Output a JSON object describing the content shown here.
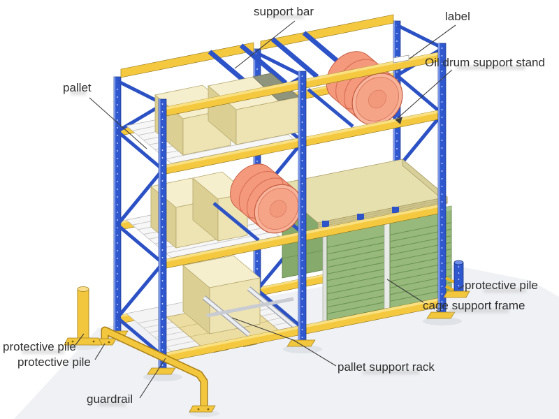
{
  "diagram": {
    "type": "labeled-illustration",
    "labels": [
      {
        "id": "support-bar",
        "text": "support bar"
      },
      {
        "id": "label",
        "text": "label"
      },
      {
        "id": "oil-drum-support-stand",
        "text": "Oil drum support stand"
      },
      {
        "id": "pallet",
        "text": "pallet"
      },
      {
        "id": "protective-pile-right",
        "text": "protective pile"
      },
      {
        "id": "cage-support-frame",
        "text": "cage support frame"
      },
      {
        "id": "protective-pile-left-1",
        "text": "protective pile"
      },
      {
        "id": "protective-pile-left-2",
        "text": "protective pile"
      },
      {
        "id": "pallet-support-rack",
        "text": "pallet support rack"
      },
      {
        "id": "guardrail",
        "text": "guardrail"
      }
    ],
    "colors": {
      "frame_blue": "#2f58cf",
      "beam_yellow": "#f5c93f",
      "drum_orange": "#f5997d",
      "cage_green": "#97ba7c",
      "box_tan": "#eee3b3",
      "pallet_white": "#f7f7f7",
      "leader_line": "#3c3c3c",
      "label_text": "#2f2f2f"
    }
  }
}
